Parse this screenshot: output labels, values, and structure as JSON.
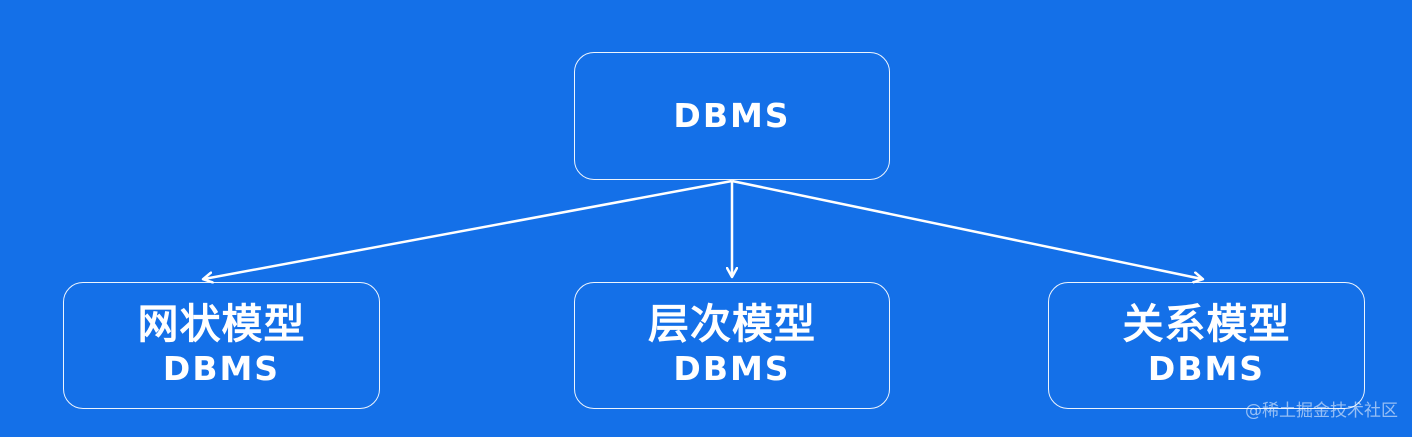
{
  "diagram": {
    "root": {
      "label": "DBMS"
    },
    "children": [
      {
        "title": "网状模型",
        "label": "DBMS"
      },
      {
        "title": "层次模型",
        "label": "DBMS"
      },
      {
        "title": "关系模型",
        "label": "DBMS"
      }
    ]
  },
  "colors": {
    "background": "#1470e8",
    "foreground": "#ffffff"
  },
  "watermark": "@稀土掘金技术社区"
}
